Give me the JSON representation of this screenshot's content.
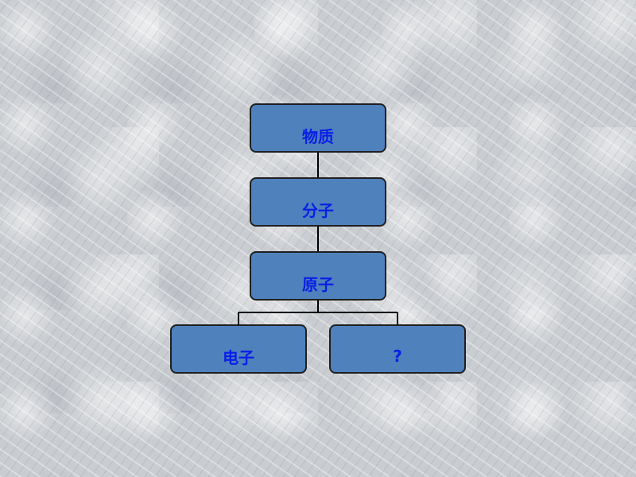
{
  "diagram": {
    "nodes": {
      "matter": "物质",
      "molecule": "分子",
      "atom": "原子",
      "electron": "电子",
      "unknown": "?"
    },
    "edges": [
      [
        "matter",
        "molecule"
      ],
      [
        "molecule",
        "atom"
      ],
      [
        "atom",
        "electron"
      ],
      [
        "atom",
        "unknown"
      ]
    ],
    "colors": {
      "box_fill": "#4f81bd",
      "box_border": "#1f1f1f",
      "text": "#0a1ee6",
      "connector": "#000000"
    }
  }
}
